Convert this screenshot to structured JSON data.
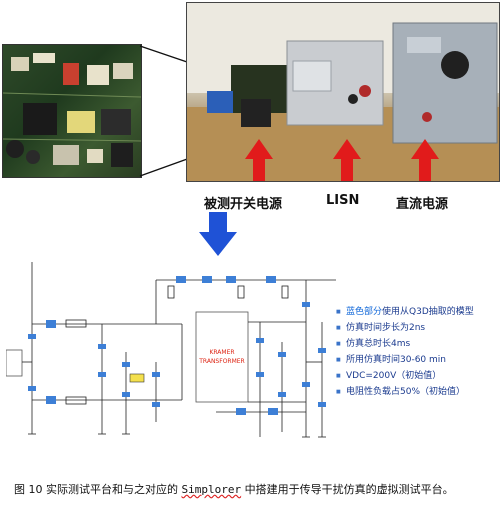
{
  "labels": {
    "dut": "被测开关电源",
    "lisn": "LISN",
    "dc_source": "直流电源",
    "transformer_line1": "KRAMER",
    "transformer_line2": "TRANSFORMER"
  },
  "notes": {
    "item1_hl": "蓝色部分",
    "item1_rest": "使用从Q3D抽取的模型",
    "item2": "仿真时间步长为2ns",
    "item3": "仿真总时长4ms",
    "item4": "所用仿真时间30-60 min",
    "item5": "VDC=200V（初始值）",
    "item6": "电阻性负载占50%（初始值）"
  },
  "caption": {
    "prefix": "图 10 实际测试平台和与之对应的 ",
    "software": "Simplorer",
    "suffix": " 中搭建用于传导干扰仿真的虚拟测试平台。"
  },
  "colors": {
    "arrow_red": "#e11b1b",
    "arrow_blue": "#1f52d6",
    "component_blue": "#3d7fd6"
  }
}
